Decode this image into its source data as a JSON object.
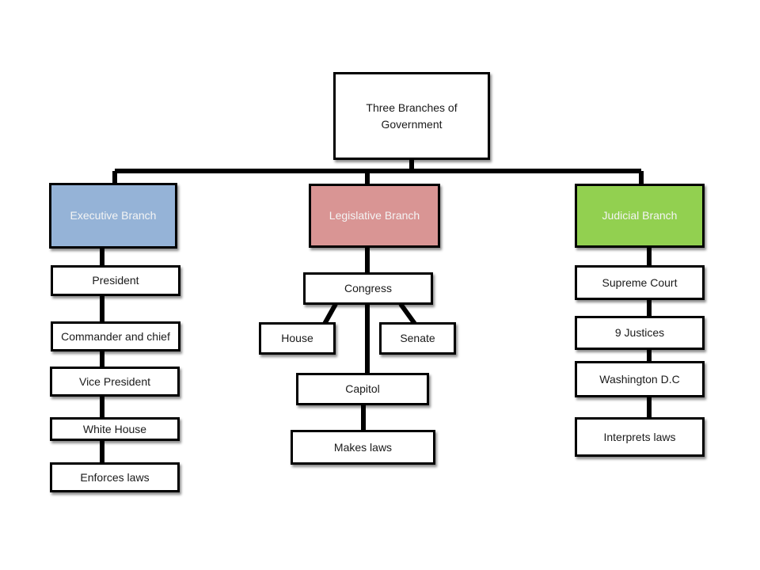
{
  "root": {
    "label": "Three Branches of Government"
  },
  "branches": {
    "executive": {
      "label": "Executive Branch",
      "color": "#95b3d7",
      "items": [
        "President",
        "Commander and chief",
        "Vice President",
        "White House",
        "Enforces laws"
      ]
    },
    "legislative": {
      "label": "Legislative Branch",
      "color": "#d99594",
      "congress": "Congress",
      "house": "House",
      "senate": "Senate",
      "capitol": "Capitol",
      "makes_laws": "Makes laws"
    },
    "judicial": {
      "label": "Judicial Branch",
      "color": "#92d050",
      "items": [
        "Supreme Court",
        "9 Justices",
        "Washington D.C",
        "Interprets laws"
      ]
    }
  }
}
